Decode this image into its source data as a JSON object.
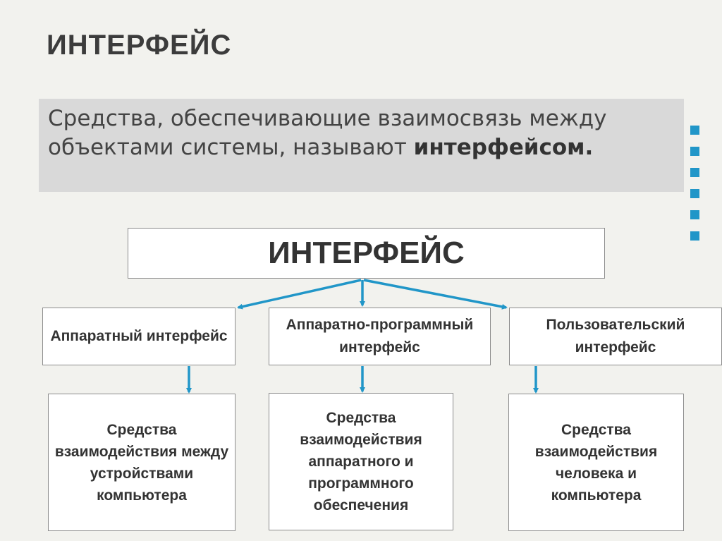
{
  "title": "ИНТЕРФЕЙС",
  "definition": {
    "text_before": "Средства, обеспечивающие взаимосвязь между объектами системы, называют ",
    "text_bold": "интерфейсом."
  },
  "diagram": {
    "root_label": "ИНТЕРФЕЙС",
    "types": [
      {
        "label": "Аппаратный интерфейс",
        "description": "Средства взаимодействия между устройствами компьютера"
      },
      {
        "label": "Аппаратно-программный интерфейс",
        "description": "Средства взаимодействия аппаратного и программного обеспечения"
      },
      {
        "label": "Пользовательский интерфейс",
        "description": "Средства взаимодействия человека и компьютера"
      }
    ]
  },
  "colors": {
    "accent": "#2196c8",
    "definition_bg": "#d9d9d9",
    "text": "#333333"
  }
}
